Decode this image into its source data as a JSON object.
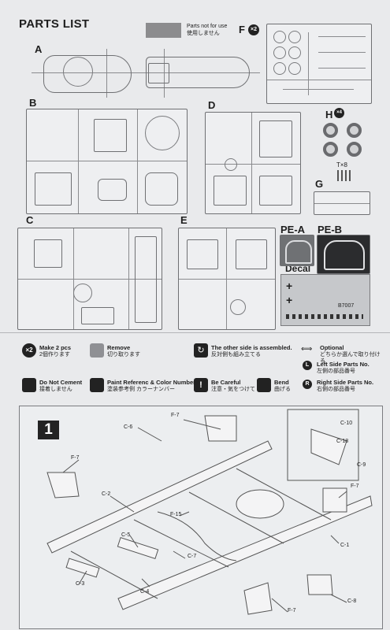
{
  "header": {
    "title": "PARTS LIST",
    "note_line1": "Parts not for use",
    "note_line2": "使用しません",
    "note_part": "F",
    "note_qty": "×2"
  },
  "sprues": {
    "a": "A",
    "b": "B",
    "c": "C",
    "d": "D",
    "e": "E",
    "f": "F",
    "g": "G",
    "h": "H",
    "h_qty": "×4",
    "t": "T×8",
    "pe_a": "PE-A",
    "pe_b": "PE-B",
    "decal": "Decal",
    "decal_code": "B7007"
  },
  "legend": {
    "make2_badge": "×2",
    "make2": "Make 2 pcs",
    "make2_jp": "2個作ります",
    "remove": "Remove",
    "remove_jp": "切り取ります",
    "other_side": "The other side is assembled.",
    "other_side_jp": "反対側も組み立てる",
    "optional": "Optional",
    "optional_jp": "どちらか選んで取り付ける",
    "do_not_cement": "Do Not Cement",
    "do_not_cement_jp": "接着しません",
    "paint": "Paint Referenc & Color Number",
    "paint_jp": "塗装参考例 カラーナンバー",
    "careful": "Be Careful",
    "careful_jp": "注意・気をつけて",
    "bend": "Bend",
    "bend_jp": "曲げる",
    "left_badge": "L",
    "left": "Left Side Parts No.",
    "left_jp": "左側の部品番号",
    "right_badge": "R",
    "right": "Right Side Parts No.",
    "right_jp": "右側の部品番号"
  },
  "step": {
    "number": "1",
    "labels": {
      "f7_top": "F-7",
      "c6": "C-6",
      "c10": "C-10",
      "c18": "C-18",
      "c9": "C-9",
      "f7_left": "F-7",
      "c2": "C-2",
      "f7_right": "F-7",
      "f15": "F-15",
      "c5": "C-5",
      "c7": "C-7",
      "c1": "C-1",
      "c3": "C-3",
      "c4": "C-4",
      "c8": "C-8",
      "f7_bottom": "F-7"
    }
  }
}
